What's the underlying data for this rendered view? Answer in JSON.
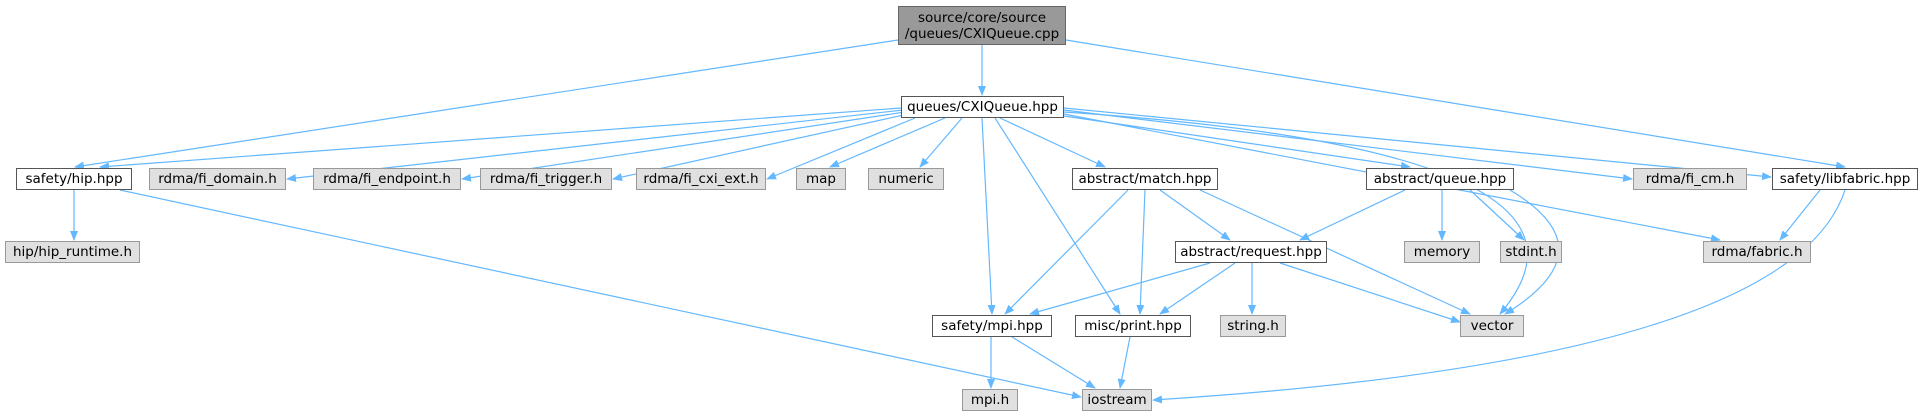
{
  "edge_color": "#63b8ff",
  "colors": {
    "root_fill": "#999999",
    "local_fill": "#ffffff",
    "system_fill": "#e0e0e0"
  },
  "nodes": {
    "root_line1": "source/core/source",
    "root_line2": "/queues/CXIQueue.cpp",
    "cxiqueue_hpp": "queues/CXIQueue.hpp",
    "safety_hip_hpp": "safety/hip.hpp",
    "rdma_fi_domain_h": "rdma/fi_domain.h",
    "rdma_fi_endpoint_h": "rdma/fi_endpoint.h",
    "rdma_fi_trigger_h": "rdma/fi_trigger.h",
    "rdma_fi_cxi_ext_h": "rdma/fi_cxi_ext.h",
    "map": "map",
    "numeric": "numeric",
    "abstract_match_hpp": "abstract/match.hpp",
    "abstract_queue_hpp": "abstract/queue.hpp",
    "rdma_fi_cm_h": "rdma/fi_cm.h",
    "safety_libfabric_hpp": "safety/libfabric.hpp",
    "hip_hip_runtime_h": "hip/hip_runtime.h",
    "abstract_request_hpp": "abstract/request.hpp",
    "memory": "memory",
    "stdint_h": "stdint.h",
    "rdma_fabric_h": "rdma/fabric.h",
    "safety_mpi_hpp": "safety/mpi.hpp",
    "misc_print_hpp": "misc/print.hpp",
    "string_h": "string.h",
    "vector": "vector",
    "mpi_h": "mpi.h",
    "iostream": "iostream"
  }
}
